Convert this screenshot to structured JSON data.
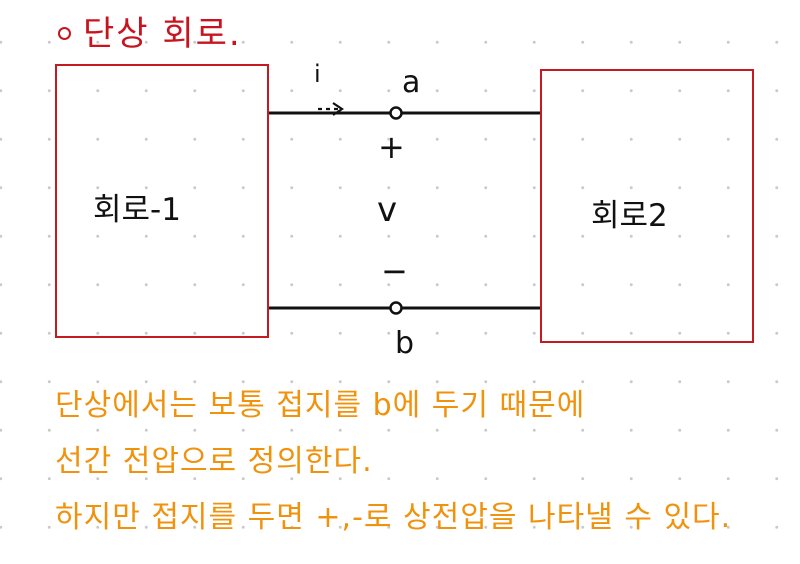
{
  "heading": {
    "title": "단상 회로."
  },
  "circuits": {
    "left_label": "회로-1",
    "right_label": "회로2"
  },
  "terminals": {
    "top": "a",
    "bottom": "b",
    "current": "i",
    "plus": "+",
    "voltage": "v",
    "minus": "−"
  },
  "notes": [
    "단상에서는 보통 접지를 b에 두기 때문에",
    "선간 전압으로 정의한다.",
    "하지만 접지를 두면 +,-로 상전압을 나타낼 수 있다."
  ],
  "colors": {
    "heading": "#c8141e",
    "box_border": "#c41a22",
    "wire": "#111111",
    "note": "#f0920c"
  }
}
